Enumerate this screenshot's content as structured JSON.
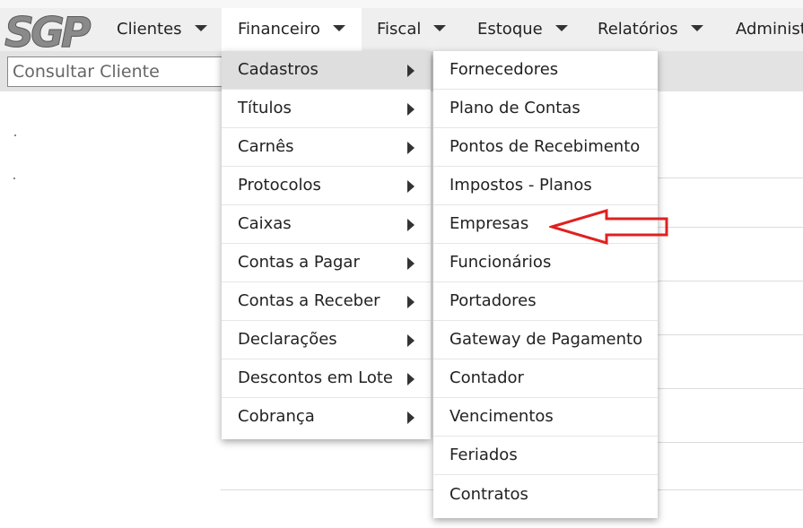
{
  "app": {
    "logo_text": "SGP"
  },
  "nav": {
    "items": [
      {
        "label": "Clientes",
        "active": false
      },
      {
        "label": "Financeiro",
        "active": true
      },
      {
        "label": "Fiscal",
        "active": false
      },
      {
        "label": "Estoque",
        "active": false
      },
      {
        "label": "Relatórios",
        "active": false
      },
      {
        "label": "Administ",
        "active": false
      }
    ]
  },
  "search": {
    "placeholder": "Consultar Cliente",
    "value": ""
  },
  "financeiro_menu": {
    "items": [
      {
        "label": "Cadastros",
        "has_submenu": true,
        "highlighted": true
      },
      {
        "label": "Títulos",
        "has_submenu": true
      },
      {
        "label": "Carnês",
        "has_submenu": true
      },
      {
        "label": "Protocolos",
        "has_submenu": true
      },
      {
        "label": "Caixas",
        "has_submenu": true
      },
      {
        "label": "Contas a Pagar",
        "has_submenu": true
      },
      {
        "label": "Contas a Receber",
        "has_submenu": true
      },
      {
        "label": "Declarações",
        "has_submenu": true
      },
      {
        "label": "Descontos em Lote",
        "has_submenu": true
      },
      {
        "label": "Cobrança",
        "has_submenu": true
      }
    ]
  },
  "cadastros_submenu": {
    "items": [
      {
        "label": "Fornecedores"
      },
      {
        "label": "Plano de Contas"
      },
      {
        "label": "Pontos de Recebimento"
      },
      {
        "label": "Impostos - Planos"
      },
      {
        "label": "Empresas",
        "annotated": true
      },
      {
        "label": "Funcionários"
      },
      {
        "label": "Portadores"
      },
      {
        "label": "Gateway de Pagamento"
      },
      {
        "label": "Contador"
      },
      {
        "label": "Vencimentos"
      },
      {
        "label": "Feriados"
      },
      {
        "label": "Contratos"
      }
    ]
  },
  "annotation": {
    "type": "red-outline-arrow",
    "points_to": "Empresas",
    "color": "#e02020"
  },
  "colors": {
    "topbar": "#efefef",
    "searchbar": "#e3e3e3",
    "highlight": "#dedede",
    "logo": "#8a8a8a"
  }
}
